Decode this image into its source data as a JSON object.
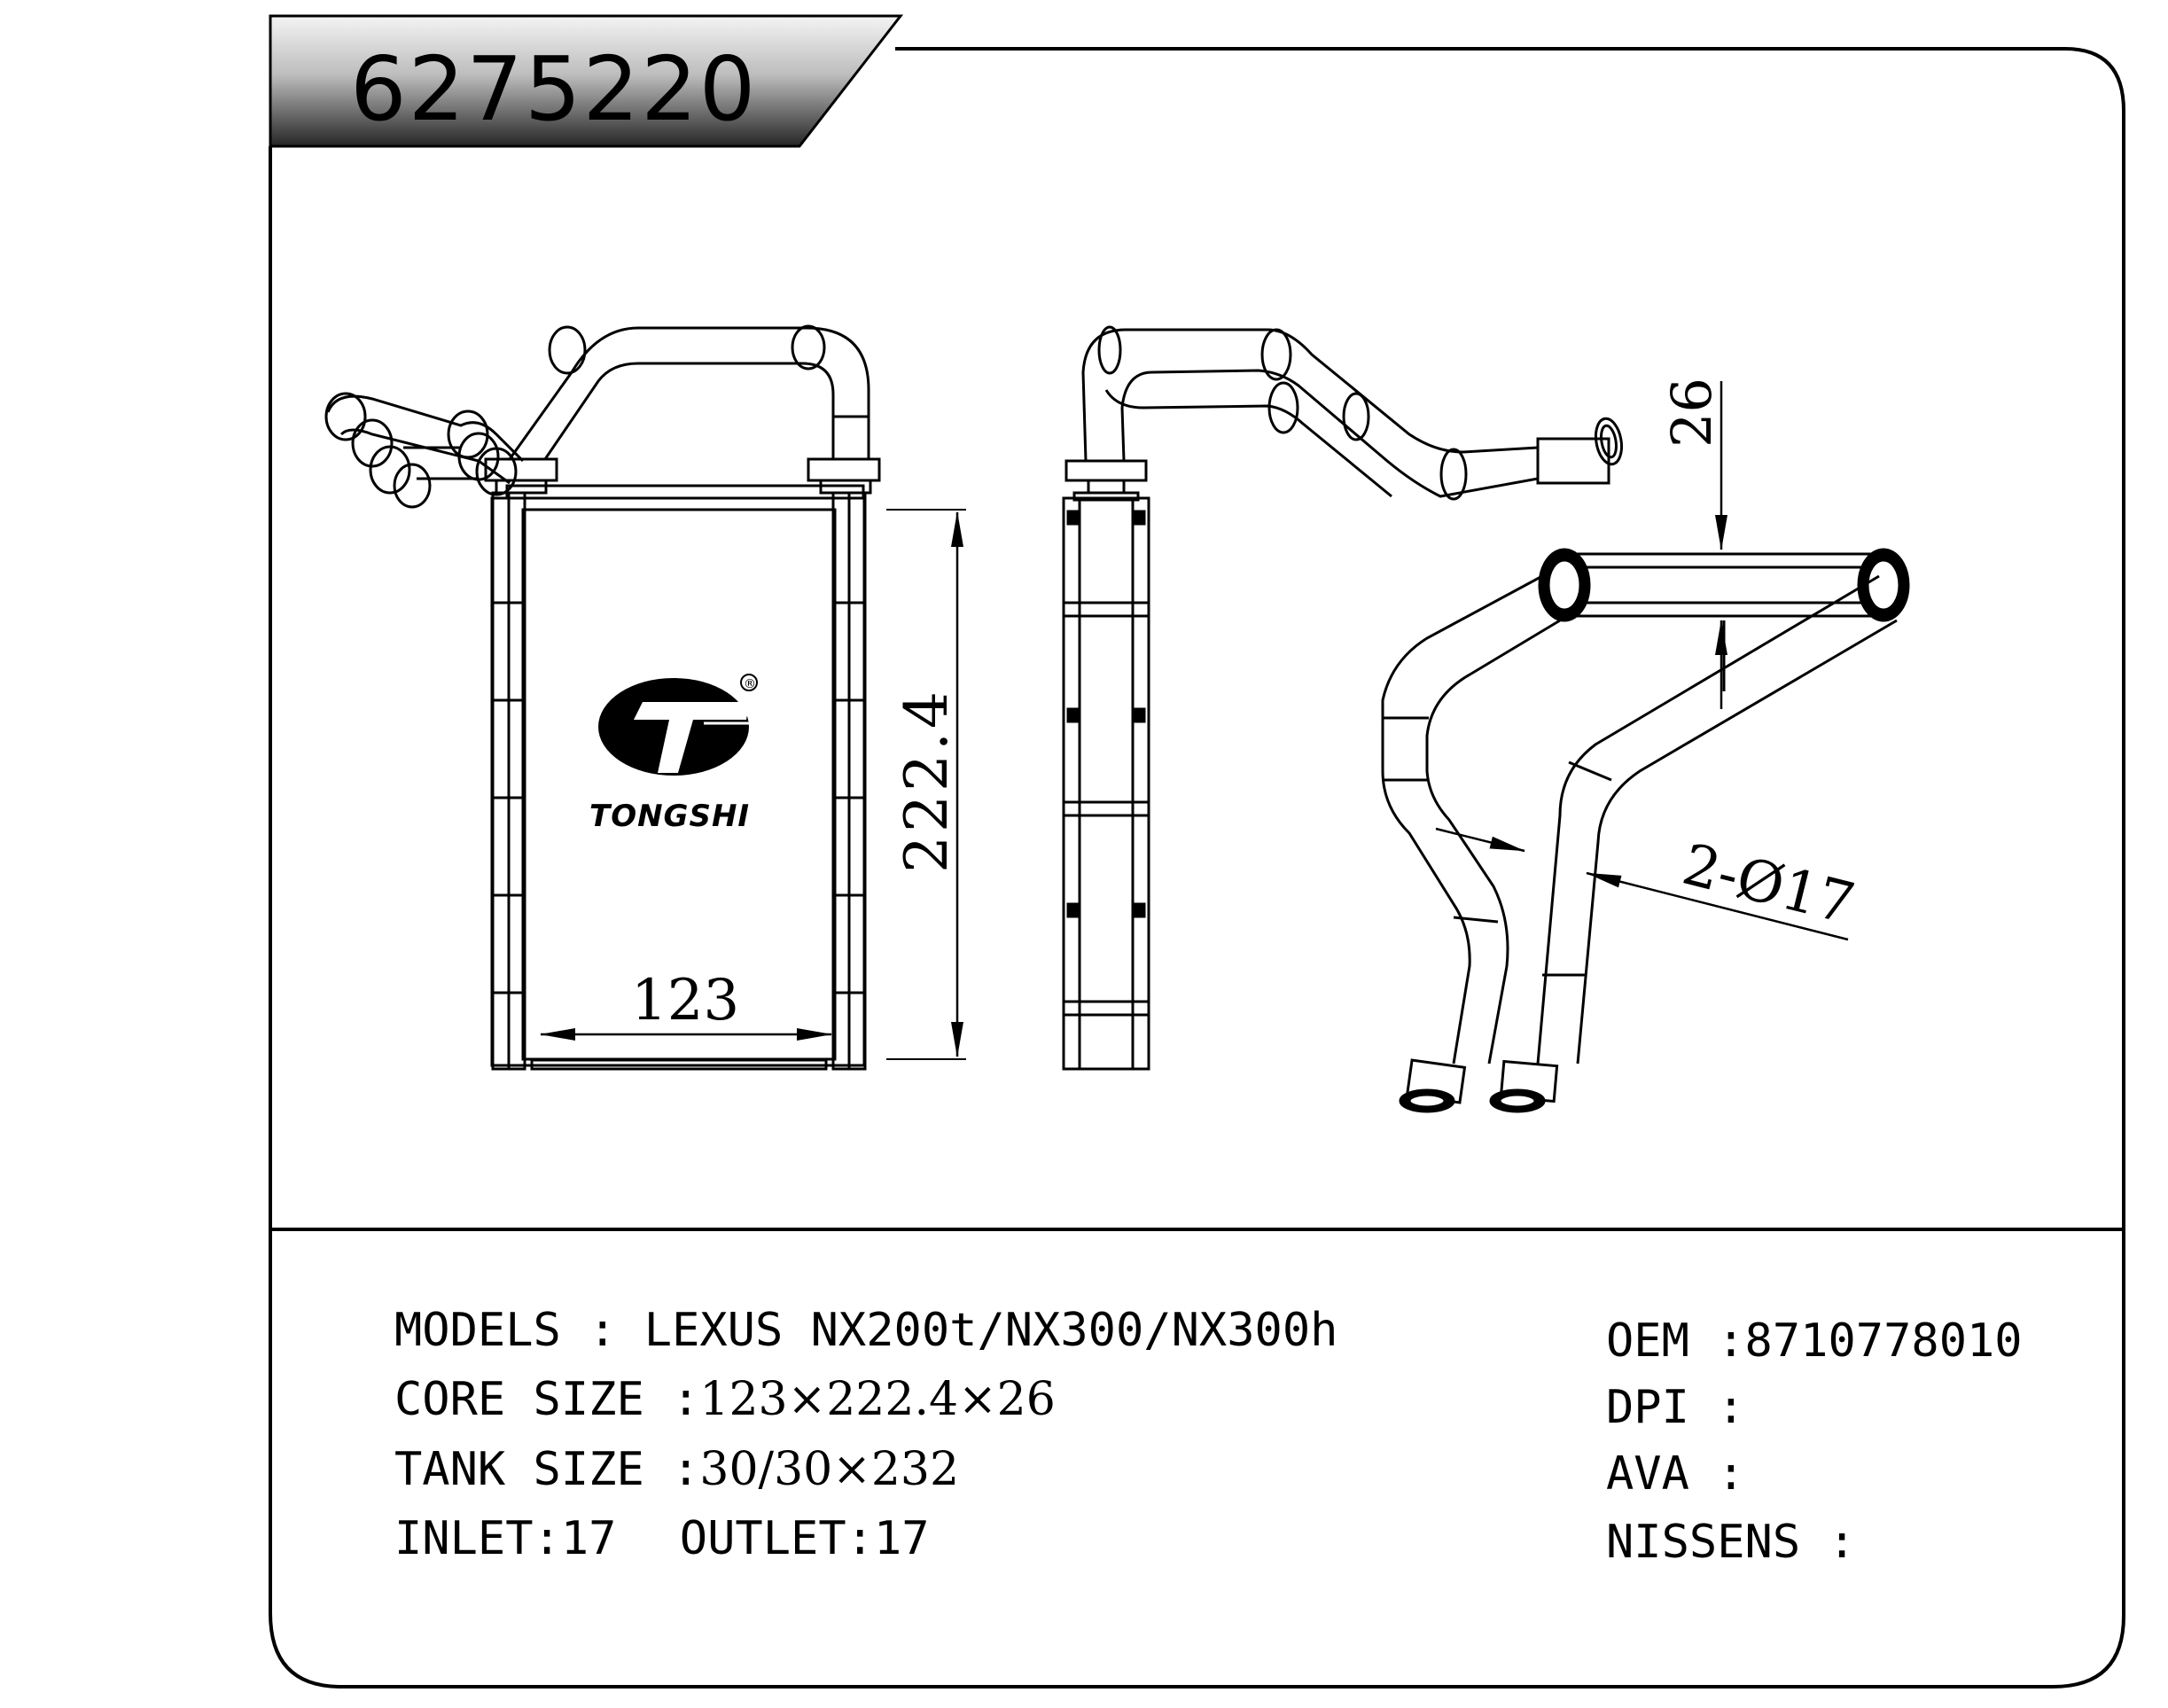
{
  "part_number": "6275220",
  "brand": {
    "name": "TONGSHI",
    "registered_mark": "®",
    "logo_icon": "tongshi-logo-icon"
  },
  "dimensions": {
    "core_width": "123",
    "core_height": "222.4",
    "core_thickness": "26",
    "pipe_diameter": "2-Ø17"
  },
  "specs": {
    "models_label": "MODELS",
    "models_value": "LEXUS NX200t/NX300/NX300h",
    "core_size_label": "CORE SIZE",
    "core_size_value": "123×222.4×26",
    "tank_size_label": "TANK SIZE",
    "tank_size_value": "30/30×232",
    "inlet_label": "INLET",
    "inlet_value": "17",
    "outlet_label": "OUTLET",
    "outlet_value": "17"
  },
  "references": {
    "oem_label": "OEM",
    "oem_value": "8710778010",
    "dpi_label": "DPI",
    "dpi_value": "",
    "ava_label": "AVA",
    "ava_value": "",
    "nissens_label": "NISSENS",
    "nissens_value": ""
  },
  "colors": {
    "ink": "#000000",
    "paper": "#ffffff",
    "tab_dark": "#2a2a2a",
    "tab_light": "#f2f2f2"
  }
}
